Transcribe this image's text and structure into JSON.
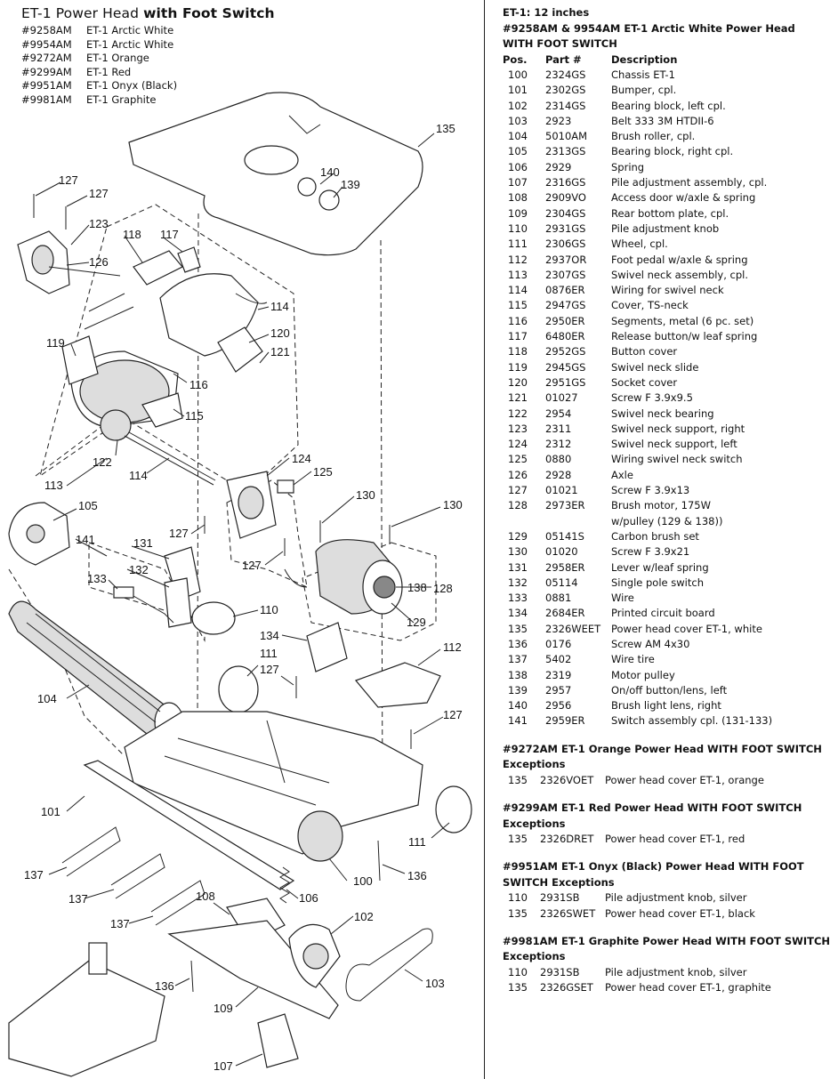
{
  "header": {
    "title_a": "ET-1 Power Head ",
    "title_b": "with Foot Switch",
    "models": [
      {
        "num": "#9258AM",
        "name": "ET-1 Arctic White"
      },
      {
        "num": "#9954AM",
        "name": "ET-1 Arctic White"
      },
      {
        "num": "#9272AM",
        "name": "ET-1 Orange"
      },
      {
        "num": "#9299AM",
        "name": "ET-1 Red"
      },
      {
        "num": "#9951AM",
        "name": "ET-1 Onyx (Black)"
      },
      {
        "num": "#9981AM",
        "name": "ET-1 Graphite"
      }
    ]
  },
  "diagram_labels": {
    "l100": "100",
    "l101": "101",
    "l102": "102",
    "l103": "103",
    "l104": "104",
    "l105": "105",
    "l106": "106",
    "l107": "107",
    "l108": "108",
    "l109": "109",
    "l110": "110",
    "l111a": "111",
    "l111b": "111",
    "l112": "112",
    "l113": "113",
    "l114a": "114",
    "l114b": "114",
    "l115": "115",
    "l116": "116",
    "l117": "117",
    "l118": "118",
    "l119": "119",
    "l120": "120",
    "l121": "121",
    "l122": "122",
    "l123": "123",
    "l124": "124",
    "l125": "125",
    "l126": "126",
    "l127a": "127",
    "l127b": "127",
    "l127c": "127",
    "l127d": "127",
    "l127e": "127",
    "l127f": "127",
    "l128": "128",
    "l129": "129",
    "l130a": "130",
    "l130b": "130",
    "l131": "131",
    "l132": "132",
    "l133": "133",
    "l134": "134",
    "l135": "135",
    "l136a": "136",
    "l136b": "136",
    "l137a": "137",
    "l137b": "137",
    "l137c": "137",
    "l138": "138",
    "l139": "139",
    "l140": "140",
    "l141": "141"
  },
  "right": {
    "size_line": "ET-1: 12 inches",
    "main_heading_1": "#9258AM & 9954AM ET-1 Arctic White Power Head",
    "main_heading_2": "WITH FOOT SWITCH",
    "col_pos": "Pos.",
    "col_part": "Part #",
    "col_desc": "Description",
    "parts": [
      {
        "pos": "100",
        "pn": "2324GS",
        "desc": "Chassis ET-1"
      },
      {
        "pos": "101",
        "pn": "2302GS",
        "desc": "Bumper, cpl."
      },
      {
        "pos": "102",
        "pn": "2314GS",
        "desc": "Bearing block, left cpl."
      },
      {
        "pos": "103",
        "pn": "2923",
        "desc": "Belt 333 3M HTDII-6"
      },
      {
        "pos": "104",
        "pn": "5010AM",
        "desc": "Brush roller, cpl."
      },
      {
        "pos": "105",
        "pn": "2313GS",
        "desc": "Bearing block, right cpl."
      },
      {
        "pos": "106",
        "pn": "2929",
        "desc": "Spring"
      },
      {
        "pos": "107",
        "pn": "2316GS",
        "desc": "Pile adjustment assembly, cpl."
      },
      {
        "pos": "108",
        "pn": "2909VO",
        "desc": "Access door w/axle & spring"
      },
      {
        "pos": "109",
        "pn": "2304GS",
        "desc": "Rear bottom plate, cpl."
      },
      {
        "pos": "110",
        "pn": "2931GS",
        "desc": "Pile adjustment knob"
      },
      {
        "pos": "111",
        "pn": "2306GS",
        "desc": "Wheel, cpl."
      },
      {
        "pos": "112",
        "pn": "2937OR",
        "desc": "Foot pedal w/axle & spring"
      },
      {
        "pos": "113",
        "pn": "2307GS",
        "desc": "Swivel neck assembly, cpl."
      },
      {
        "pos": "114",
        "pn": "0876ER",
        "desc": "Wiring for swivel neck"
      },
      {
        "pos": "115",
        "pn": "2947GS",
        "desc": "Cover, TS-neck"
      },
      {
        "pos": "116",
        "pn": "2950ER",
        "desc": "Segments, metal (6 pc. set)"
      },
      {
        "pos": "117",
        "pn": "6480ER",
        "desc": "Release button/w leaf spring"
      },
      {
        "pos": "118",
        "pn": "2952GS",
        "desc": "Button cover"
      },
      {
        "pos": "119",
        "pn": "2945GS",
        "desc": "Swivel neck slide"
      },
      {
        "pos": "120",
        "pn": "2951GS",
        "desc": "Socket cover"
      },
      {
        "pos": "121",
        "pn": "01027",
        "desc": "Screw F 3.9x9.5"
      },
      {
        "pos": "122",
        "pn": "2954",
        "desc": "Swivel neck bearing"
      },
      {
        "pos": "123",
        "pn": "2311",
        "desc": "Swivel neck support, right"
      },
      {
        "pos": "124",
        "pn": "2312",
        "desc": "Swivel neck support, left"
      },
      {
        "pos": "125",
        "pn": "0880",
        "desc": "Wiring swivel neck switch"
      },
      {
        "pos": "126",
        "pn": "2928",
        "desc": "Axle"
      },
      {
        "pos": "127",
        "pn": "01021",
        "desc": "Screw F 3.9x13"
      },
      {
        "pos": "128",
        "pn": "2973ER",
        "desc": "Brush motor, 175W"
      },
      {
        "pos": "",
        "pn": "",
        "desc": "w/pulley (129 & 138))"
      },
      {
        "pos": "129",
        "pn": "05141S",
        "desc": "Carbon brush set"
      },
      {
        "pos": "130",
        "pn": "01020",
        "desc": "Screw F 3.9x21"
      },
      {
        "pos": "131",
        "pn": "2958ER",
        "desc": "Lever w/leaf spring"
      },
      {
        "pos": "132",
        "pn": "05114",
        "desc": "Single pole switch"
      },
      {
        "pos": "133",
        "pn": "0881",
        "desc": "Wire"
      },
      {
        "pos": "134",
        "pn": "2684ER",
        "desc": "Printed circuit board"
      },
      {
        "pos": "135",
        "pn": "2326WEET",
        "desc": "Power head cover ET-1, white"
      },
      {
        "pos": "136",
        "pn": "0176",
        "desc": "Screw AM 4x30"
      },
      {
        "pos": "137",
        "pn": "5402",
        "desc": "Wire tire"
      },
      {
        "pos": "138",
        "pn": "2319",
        "desc": "Motor pulley"
      },
      {
        "pos": "139",
        "pn": "2957",
        "desc": "On/off button/lens, left"
      },
      {
        "pos": "140",
        "pn": "2956",
        "desc": "Brush light lens, right"
      },
      {
        "pos": "141",
        "pn": "2959ER",
        "desc": "Switch assembly cpl. (131-133)"
      }
    ],
    "exceptions": [
      {
        "heading_1": "#9272AM ET-1 Orange Power Head WITH FOOT SWITCH",
        "heading_2": "Exceptions",
        "rows": [
          {
            "pos": "135",
            "pn": "2326VOET",
            "desc": "Power head cover ET-1, orange"
          }
        ]
      },
      {
        "heading_1": "#9299AM ET-1 Red Power Head WITH FOOT SWITCH",
        "heading_2": "Exceptions",
        "rows": [
          {
            "pos": "135",
            "pn": "2326DRET",
            "desc": "Power head cover ET-1, red"
          }
        ]
      },
      {
        "heading_1": "#9951AM ET-1 Onyx (Black) Power Head WITH FOOT",
        "heading_2": "SWITCH Exceptions",
        "rows": [
          {
            "pos": "110",
            "pn": "2931SB",
            "desc": "Pile adjustment knob, silver"
          },
          {
            "pos": "135",
            "pn": "2326SWET",
            "desc": "Power head cover ET-1, black"
          }
        ]
      },
      {
        "heading_1": "#9981AM ET-1 Graphite Power Head WITH FOOT SWITCH",
        "heading_2": "Exceptions",
        "rows": [
          {
            "pos": "110",
            "pn": "2931SB",
            "desc": "Pile adjustment knob, silver"
          },
          {
            "pos": "135",
            "pn": "2326GSET",
            "desc": "Power head cover ET-1, graphite"
          }
        ]
      }
    ]
  }
}
